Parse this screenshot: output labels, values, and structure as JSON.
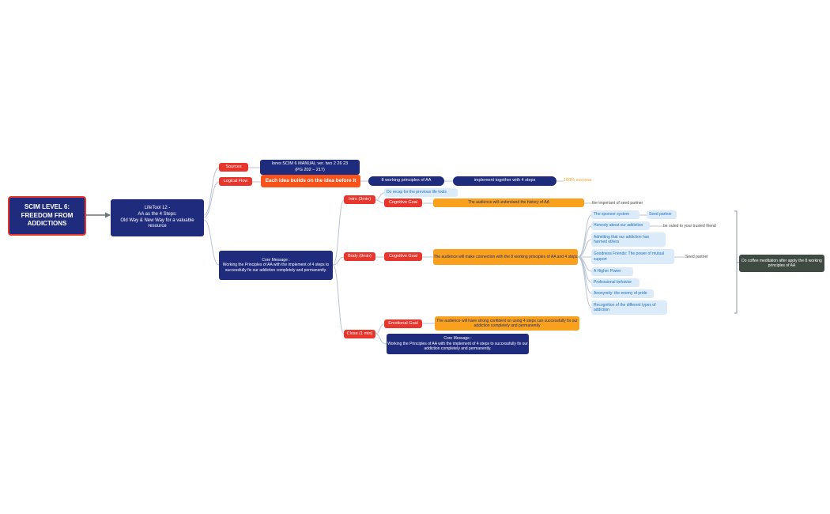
{
  "colors": {
    "navy": "#1f2b7c",
    "red": "#e8362d",
    "orange": "#f9a11c",
    "orange_red": "#f9531c",
    "light_blue_bg": "#dcebfa",
    "light_blue_text": "#1d6fc2",
    "slate": "#3e4a42"
  },
  "root": {
    "label": "SCIM LEVEL 6:\nFREEDOM FROM\nADDICTIONS"
  },
  "lifetool": {
    "label": "LifeTool 12 -\nAA as the 4 Steps:\nOld Way & New Way for a valuable resource"
  },
  "sources": {
    "badge": "Sources",
    "detail": "lores SCIM 6 MANUAL ver. two 2 26 23\n(PG 202 – 217)"
  },
  "logical_flow": {
    "badge": "Logical Flow",
    "detail": "Each idea builds on the idea before it",
    "principles": "8 working principles of AA",
    "implement": "implement together with 4 steps",
    "success": "100% success"
  },
  "core_message": {
    "label": "Core Message :\nWorking the Principles of AA with the implement of 4 steps to successfully fix our addiction completely and permanently."
  },
  "intro": {
    "badge": "Intro (3min)",
    "recap": "Do recap for the previous life tools",
    "goal_badge": "Cognitive Goal",
    "goal": "The audience will understand the history of AA",
    "note": "the important of seed partner"
  },
  "body": {
    "badge": "Body (9min)",
    "goal_badge": "Cognitive Goal",
    "goal": "The audience will make connection with the 8 working principles of AA and 4 steps",
    "items": [
      {
        "label": "The sponsor system",
        "child": "Seed partner"
      },
      {
        "label": "Honesty about our addiction",
        "child": "be outed to your trusted friend"
      },
      {
        "label": "Admitting that our addiction has harmed others",
        "child": ""
      },
      {
        "label": "Goodness Friends: The power of mutual support",
        "child": "Seed partner"
      },
      {
        "label": "A Higher Power",
        "child": ""
      },
      {
        "label": "Professional behavior",
        "child": ""
      },
      {
        "label": "Anonymity: the enemy of pride",
        "child": ""
      },
      {
        "label": "Recognition of the different types of addiction",
        "child": ""
      }
    ],
    "summary": "Do coffee meditation after apply the 8 working principles of AA"
  },
  "close": {
    "badge": "Close (1 min)",
    "goal_badge": "Emotional Goal",
    "goal": "The audience will have strong confident on using 4 steps can successfully fix our addiction completely and permanently",
    "core_message": "Core Message :\nWorking the Principles of AA with the implement of 4 steps to successfully fix our addiction completely and permanently."
  }
}
